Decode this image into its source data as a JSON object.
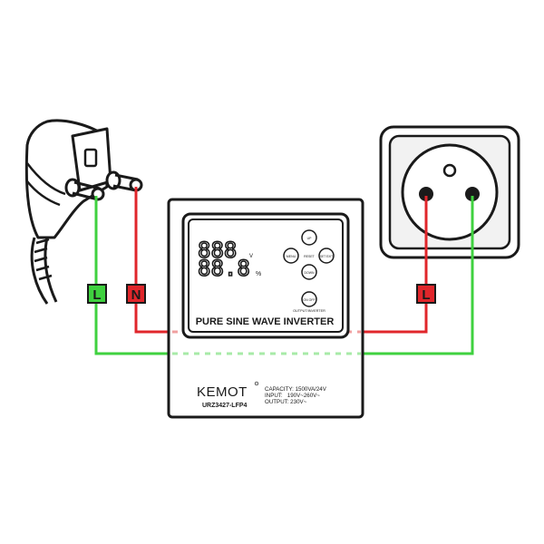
{
  "wire_labels": {
    "plug_live": "L",
    "plug_neutral": "N",
    "socket_live": "L"
  },
  "display": {
    "voltage_digits": "888",
    "voltage_unit": "V",
    "percent_digits": "88.8",
    "percent_unit": "%"
  },
  "buttons": {
    "up": "UP",
    "menu": "MENU",
    "reset": "RESET",
    "set_exit": "SET EXIT",
    "down": "DOWN",
    "on_off": "ON OFF",
    "output_inverter": "OUTPUT/INVERTER"
  },
  "device": {
    "title": "PURE SINE WAVE INVERTER",
    "brand": "KEMOT",
    "model": "URZ3427-LFP4",
    "specs": [
      "CAPACITY: 1500VA/24V",
      "INPUT:   190V~260V~",
      "OUTPUT: 230V~"
    ]
  },
  "colors": {
    "live_wire": "#3fd13f",
    "neutral_wire": "#e0262b",
    "outline": "#1a1a1a",
    "socket_fill": "#f2f2f2"
  }
}
